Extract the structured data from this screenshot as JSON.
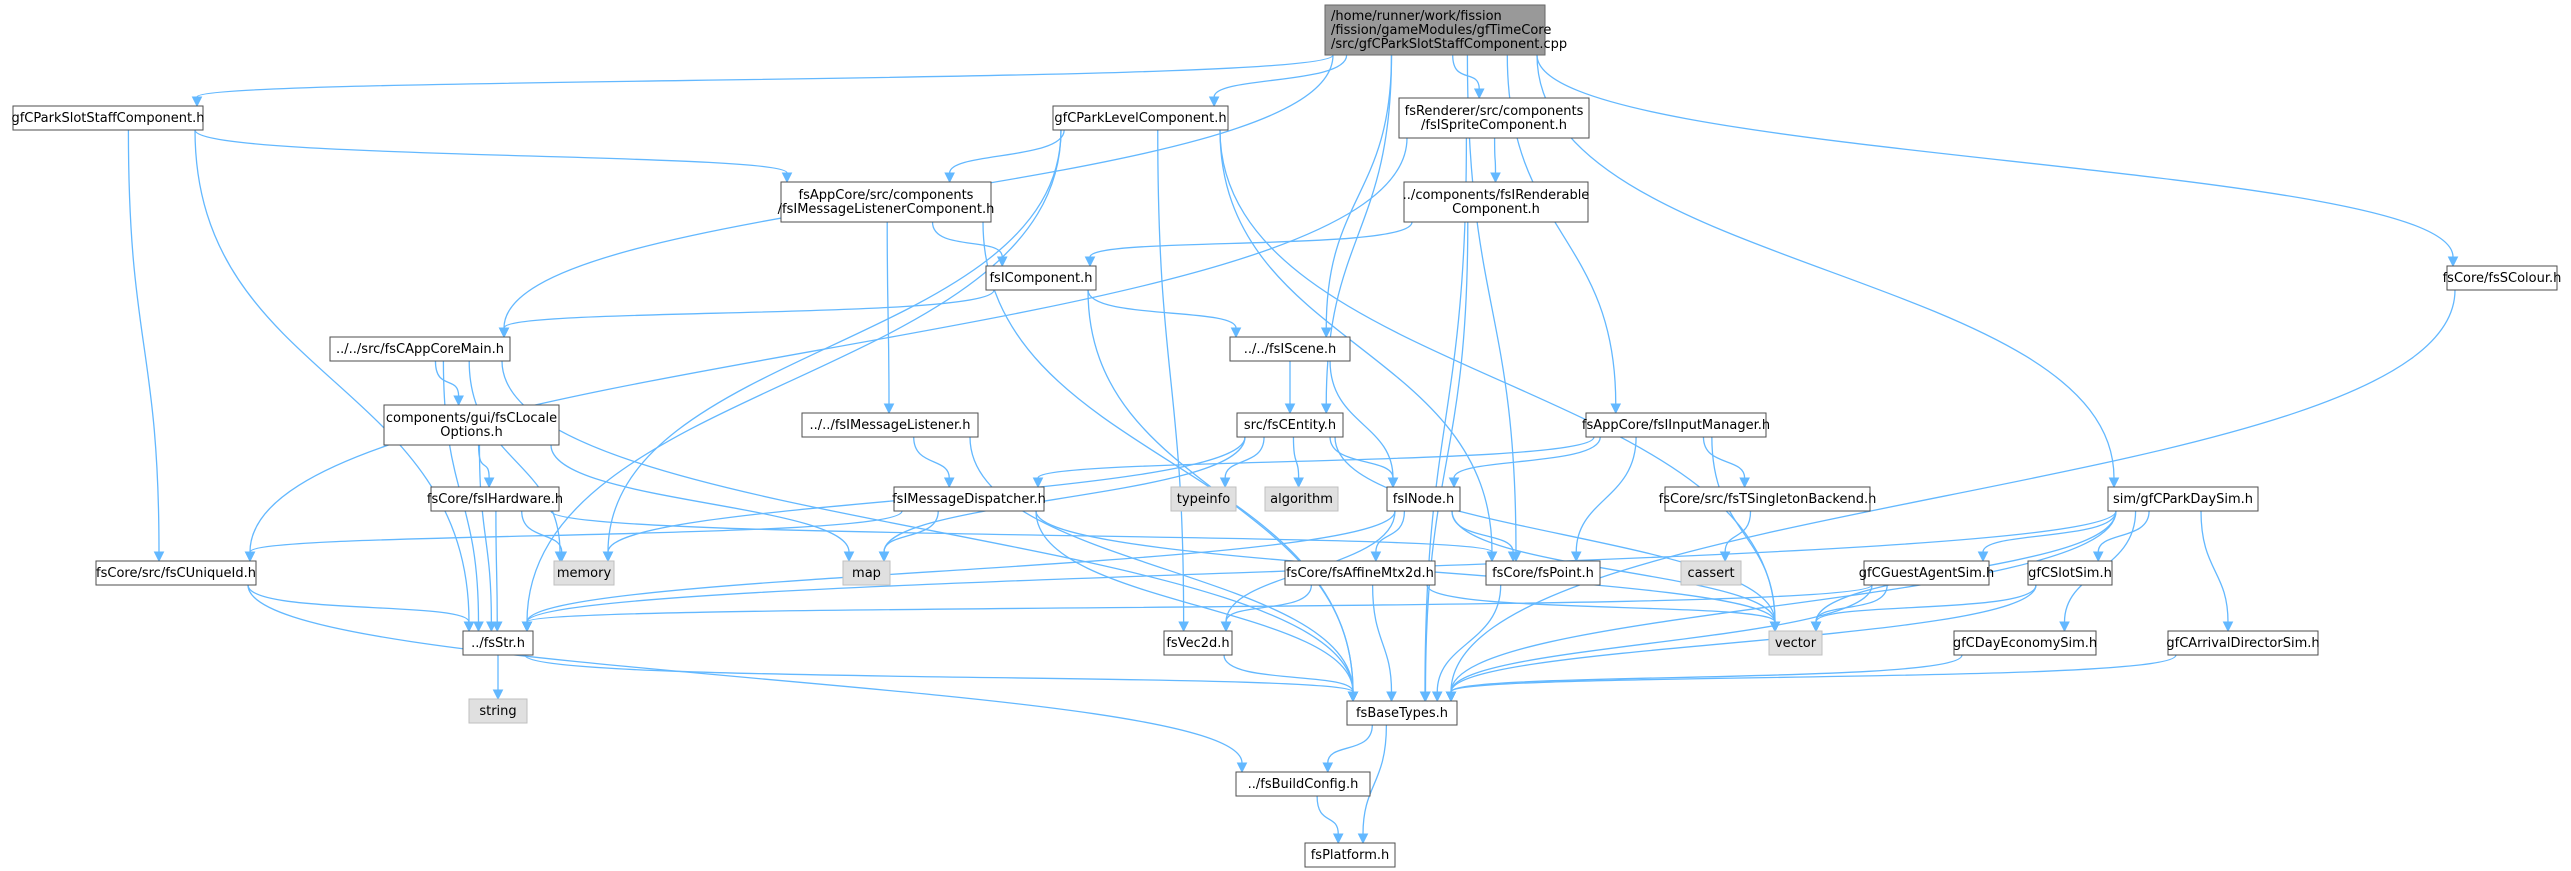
{
  "graph": {
    "colors": {
      "edge": "#63b8ff",
      "root_fill": "#999999",
      "system_fill": "#e0e0e0",
      "node_border": "#4d4d4d"
    },
    "nodes": [
      {
        "id": "root",
        "kind": "root",
        "lines": [
          "/home/runner/work/fission",
          "/fission/gameModules/gfTimeCore",
          "/src/gfCParkSlotStaffComponent.cpp"
        ]
      },
      {
        "id": "gfCParkSlotStaffComponent",
        "kind": "file",
        "lines": [
          "gfCParkSlotStaffComponent.h"
        ]
      },
      {
        "id": "gfCParkLevelComponent",
        "kind": "file",
        "lines": [
          "gfCParkLevelComponent.h"
        ]
      },
      {
        "id": "fsISpriteComponent",
        "kind": "file",
        "lines": [
          "fsRenderer/src/components",
          "/fsISpriteComponent.h"
        ]
      },
      {
        "id": "fsSColour",
        "kind": "file",
        "lines": [
          "fsCore/fsSColour.h"
        ]
      },
      {
        "id": "fsIMessageListenerComponent",
        "kind": "file",
        "lines": [
          "fsAppCore/src/components",
          "/fsIMessageListenerComponent.h"
        ]
      },
      {
        "id": "fsIRenderableComponent",
        "kind": "file",
        "lines": [
          "../components/fsIRenderable",
          "Component.h"
        ]
      },
      {
        "id": "fsIComponent",
        "kind": "file",
        "lines": [
          "fsIComponent.h"
        ]
      },
      {
        "id": "fsCAppCoreMain",
        "kind": "file",
        "lines": [
          "../../src/fsCAppCoreMain.h"
        ]
      },
      {
        "id": "fsIScene",
        "kind": "file",
        "lines": [
          "../../fsIScene.h"
        ]
      },
      {
        "id": "fsCLocaleOptions",
        "kind": "file",
        "lines": [
          "components/gui/fsCLocale",
          "Options.h"
        ]
      },
      {
        "id": "fsIMessageListener",
        "kind": "file",
        "lines": [
          "../../fsIMessageListener.h"
        ]
      },
      {
        "id": "fsCEntity",
        "kind": "file",
        "lines": [
          "src/fsCEntity.h"
        ]
      },
      {
        "id": "fsIInputManager",
        "kind": "file",
        "lines": [
          "fsAppCore/fsIInputManager.h"
        ]
      },
      {
        "id": "gfCParkDaySim",
        "kind": "file",
        "lines": [
          "sim/gfCParkDaySim.h"
        ]
      },
      {
        "id": "fsIHardware",
        "kind": "file",
        "lines": [
          "fsCore/fsIHardware.h"
        ]
      },
      {
        "id": "fsIMessageDispatcher",
        "kind": "file",
        "lines": [
          "fsIMessageDispatcher.h"
        ]
      },
      {
        "id": "typeinfo",
        "kind": "system",
        "lines": [
          "typeinfo"
        ]
      },
      {
        "id": "algorithm",
        "kind": "system",
        "lines": [
          "algorithm"
        ]
      },
      {
        "id": "fsINode",
        "kind": "file",
        "lines": [
          "fsINode.h"
        ]
      },
      {
        "id": "fsTSingletonBackend",
        "kind": "file",
        "lines": [
          "fsCore/src/fsTSingletonBackend.h"
        ]
      },
      {
        "id": "fsCUniqueId",
        "kind": "file",
        "lines": [
          "fsCore/src/fsCUniqueId.h"
        ]
      },
      {
        "id": "memory",
        "kind": "system",
        "lines": [
          "memory"
        ]
      },
      {
        "id": "map",
        "kind": "system",
        "lines": [
          "map"
        ]
      },
      {
        "id": "fsAffineMtx2d",
        "kind": "file",
        "lines": [
          "fsCore/fsAffineMtx2d.h"
        ]
      },
      {
        "id": "fsPoint",
        "kind": "file",
        "lines": [
          "fsCore/fsPoint.h"
        ]
      },
      {
        "id": "cassert",
        "kind": "system",
        "lines": [
          "cassert"
        ]
      },
      {
        "id": "gfCGuestAgentSim",
        "kind": "file",
        "lines": [
          "gfCGuestAgentSim.h"
        ]
      },
      {
        "id": "gfCSlotSim",
        "kind": "file",
        "lines": [
          "gfCSlotSim.h"
        ]
      },
      {
        "id": "fsStr",
        "kind": "file",
        "lines": [
          "../fsStr.h"
        ]
      },
      {
        "id": "fsVec2d",
        "kind": "file",
        "lines": [
          "fsVec2d.h"
        ]
      },
      {
        "id": "vector",
        "kind": "system",
        "lines": [
          "vector"
        ]
      },
      {
        "id": "gfCDayEconomySim",
        "kind": "file",
        "lines": [
          "gfCDayEconomySim.h"
        ]
      },
      {
        "id": "gfCArrivalDirectorSim",
        "kind": "file",
        "lines": [
          "gfCArrivalDirectorSim.h"
        ]
      },
      {
        "id": "string",
        "kind": "system",
        "lines": [
          "string"
        ]
      },
      {
        "id": "fsBaseTypes",
        "kind": "file",
        "lines": [
          "fsBaseTypes.h"
        ]
      },
      {
        "id": "fsBuildConfig",
        "kind": "file",
        "lines": [
          "../fsBuildConfig.h"
        ]
      },
      {
        "id": "fsPlatform",
        "kind": "file",
        "lines": [
          "fsPlatform.h"
        ]
      }
    ],
    "edges": [
      [
        "root",
        "gfCParkSlotStaffComponent"
      ],
      [
        "root",
        "gfCParkLevelComponent"
      ],
      [
        "root",
        "fsISpriteComponent"
      ],
      [
        "root",
        "fsSColour"
      ],
      [
        "root",
        "fsCAppCoreMain"
      ],
      [
        "root",
        "fsIScene"
      ],
      [
        "root",
        "fsCEntity"
      ],
      [
        "root",
        "fsIInputManager"
      ],
      [
        "root",
        "gfCParkDaySim"
      ],
      [
        "root",
        "fsPoint"
      ],
      [
        "gfCParkSlotStaffComponent",
        "fsIMessageListenerComponent"
      ],
      [
        "gfCParkSlotStaffComponent",
        "fsCUniqueId"
      ],
      [
        "gfCParkSlotStaffComponent",
        "fsStr"
      ],
      [
        "gfCParkLevelComponent",
        "fsIMessageListenerComponent"
      ],
      [
        "gfCParkLevelComponent",
        "memory"
      ],
      [
        "gfCParkLevelComponent",
        "fsPoint"
      ],
      [
        "gfCParkLevelComponent",
        "fsVec2d"
      ],
      [
        "gfCParkLevelComponent",
        "vector"
      ],
      [
        "gfCParkLevelComponent",
        "fsStr"
      ],
      [
        "fsISpriteComponent",
        "fsIRenderableComponent"
      ],
      [
        "fsISpriteComponent",
        "fsCUniqueId"
      ],
      [
        "fsISpriteComponent",
        "fsBaseTypes"
      ],
      [
        "fsSColour",
        "fsBaseTypes"
      ],
      [
        "fsIMessageListenerComponent",
        "fsIComponent"
      ],
      [
        "fsIMessageListenerComponent",
        "fsIMessageListener"
      ],
      [
        "fsIMessageListenerComponent",
        "fsBaseTypes"
      ],
      [
        "fsIRenderableComponent",
        "fsIComponent"
      ],
      [
        "fsIRenderableComponent",
        "fsBaseTypes"
      ],
      [
        "fsIComponent",
        "fsCAppCoreMain"
      ],
      [
        "fsIComponent",
        "fsIScene"
      ],
      [
        "fsIComponent",
        "fsBaseTypes"
      ],
      [
        "fsCAppCoreMain",
        "fsCLocaleOptions"
      ],
      [
        "fsCAppCoreMain",
        "memory"
      ],
      [
        "fsCAppCoreMain",
        "fsStr"
      ],
      [
        "fsCAppCoreMain",
        "fsBaseTypes"
      ],
      [
        "fsIScene",
        "fsCEntity"
      ],
      [
        "fsIScene",
        "fsINode"
      ],
      [
        "fsCLocaleOptions",
        "fsIHardware"
      ],
      [
        "fsCLocaleOptions",
        "map"
      ],
      [
        "fsCLocaleOptions",
        "fsStr"
      ],
      [
        "fsIMessageListener",
        "fsIMessageDispatcher"
      ],
      [
        "fsIMessageListener",
        "fsBaseTypes"
      ],
      [
        "fsCEntity",
        "typeinfo"
      ],
      [
        "fsCEntity",
        "algorithm"
      ],
      [
        "fsCEntity",
        "fsINode"
      ],
      [
        "fsCEntity",
        "memory"
      ],
      [
        "fsCEntity",
        "map"
      ],
      [
        "fsCEntity",
        "vector"
      ],
      [
        "fsIInputManager",
        "fsIMessageDispatcher"
      ],
      [
        "fsIInputManager",
        "fsINode"
      ],
      [
        "fsIInputManager",
        "fsTSingletonBackend"
      ],
      [
        "fsIInputManager",
        "fsPoint"
      ],
      [
        "fsIInputManager",
        "vector"
      ],
      [
        "gfCParkDaySim",
        "gfCGuestAgentSim"
      ],
      [
        "gfCParkDaySim",
        "gfCSlotSim"
      ],
      [
        "gfCParkDaySim",
        "gfCDayEconomySim"
      ],
      [
        "gfCParkDaySim",
        "gfCArrivalDirectorSim"
      ],
      [
        "gfCParkDaySim",
        "vector"
      ],
      [
        "gfCParkDaySim",
        "fsStr"
      ],
      [
        "gfCParkDaySim",
        "fsBaseTypes"
      ],
      [
        "fsIHardware",
        "memory"
      ],
      [
        "fsIHardware",
        "fsPoint"
      ],
      [
        "fsIHardware",
        "fsStr"
      ],
      [
        "fsIMessageDispatcher",
        "map"
      ],
      [
        "fsIMessageDispatcher",
        "fsCUniqueId"
      ],
      [
        "fsIMessageDispatcher",
        "vector"
      ],
      [
        "fsIMessageDispatcher",
        "fsBaseTypes"
      ],
      [
        "fsINode",
        "fsAffineMtx2d"
      ],
      [
        "fsINode",
        "fsPoint"
      ],
      [
        "fsINode",
        "fsVec2d"
      ],
      [
        "fsINode",
        "vector"
      ],
      [
        "fsINode",
        "fsStr"
      ],
      [
        "fsTSingletonBackend",
        "cassert"
      ],
      [
        "fsCUniqueId",
        "fsStr"
      ],
      [
        "fsCUniqueId",
        "fsBuildConfig"
      ],
      [
        "fsAffineMtx2d",
        "fsVec2d"
      ],
      [
        "fsAffineMtx2d",
        "vector"
      ],
      [
        "fsAffineMtx2d",
        "fsBaseTypes"
      ],
      [
        "fsPoint",
        "fsBaseTypes"
      ],
      [
        "gfCGuestAgentSim",
        "vector"
      ],
      [
        "gfCGuestAgentSim",
        "fsStr"
      ],
      [
        "gfCGuestAgentSim",
        "fsBaseTypes"
      ],
      [
        "gfCSlotSim",
        "vector"
      ],
      [
        "gfCSlotSim",
        "fsBaseTypes"
      ],
      [
        "fsStr",
        "string"
      ],
      [
        "fsStr",
        "fsBaseTypes"
      ],
      [
        "fsVec2d",
        "fsBaseTypes"
      ],
      [
        "gfCDayEconomySim",
        "fsBaseTypes"
      ],
      [
        "gfCArrivalDirectorSim",
        "fsBaseTypes"
      ],
      [
        "fsBaseTypes",
        "fsBuildConfig"
      ],
      [
        "fsBaseTypes",
        "fsPlatform"
      ],
      [
        "fsBuildConfig",
        "fsPlatform"
      ]
    ]
  }
}
